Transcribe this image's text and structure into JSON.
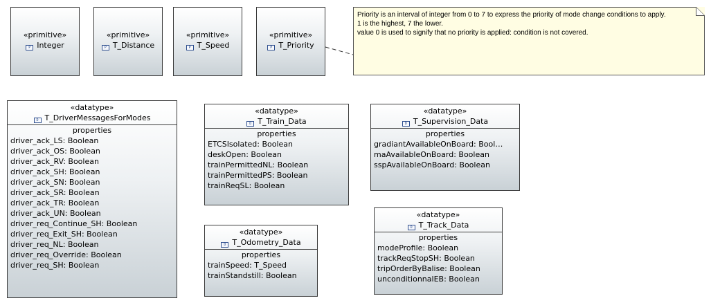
{
  "primitives": [
    {
      "stereotype": "«primitive»",
      "name": "Integer",
      "icon": "primitive-type-icon"
    },
    {
      "stereotype": "«primitive»",
      "name": "T_Distance",
      "icon": "primitive-type-icon"
    },
    {
      "stereotype": "«primitive»",
      "name": "T_Speed",
      "icon": "primitive-type-icon"
    },
    {
      "stereotype": "«primitive»",
      "name": "T_Priority",
      "icon": "primitive-type-icon"
    }
  ],
  "note": {
    "lines": [
      "Priority is an interval of integer from 0 to 7 to express the priority of mode change conditions to apply.",
      "1 is the highest, 7 the lower.",
      "value 0 is used to signify that no priority is applied: condition is not covered."
    ]
  },
  "datatypes": [
    {
      "stereotype": "«datatype»",
      "name": "T_DriverMessagesForModes",
      "section": "properties",
      "attributes": [
        "driver_ack_LS: Boolean",
        "driver_ack_OS: Boolean",
        "driver_ack_RV: Boolean",
        "driver_ack_SH: Boolean",
        "driver_ack_SN: Boolean",
        "driver_ack_SR: Boolean",
        "driver_ack_TR: Boolean",
        "driver_ack_UN: Boolean",
        "driver_req_Continue_SH: Boolean",
        "driver_req_Exit_SH: Boolean",
        "driver_req_NL: Boolean",
        "driver_req_Override: Boolean",
        "driver_req_SH: Boolean"
      ]
    },
    {
      "stereotype": "«datatype»",
      "name": "T_Train_Data",
      "section": "properties",
      "attributes": [
        "ETCSIsolated: Boolean",
        "deskOpen: Boolean",
        "trainPermittedNL: Boolean",
        "trainPermittedPS: Boolean",
        "trainReqSL: Boolean"
      ]
    },
    {
      "stereotype": "«datatype»",
      "name": "T_Supervision_Data",
      "section": "properties",
      "attributes": [
        "gradiantAvailableOnBoard: Bool…",
        "maAvailableOnBoard: Boolean",
        "sspAvailableOnBoard: Boolean"
      ]
    },
    {
      "stereotype": "«datatype»",
      "name": "T_Odometry_Data",
      "section": "properties",
      "attributes": [
        "trainSpeed: T_Speed",
        "trainStandstill: Boolean"
      ]
    },
    {
      "stereotype": "«datatype»",
      "name": "T_Track_Data",
      "section": "properties",
      "attributes": [
        "modeProfile: Boolean",
        "trackReqStopSH: Boolean",
        "tripOrderByBalise: Boolean",
        "unconditionnalEB: Boolean"
      ]
    }
  ]
}
